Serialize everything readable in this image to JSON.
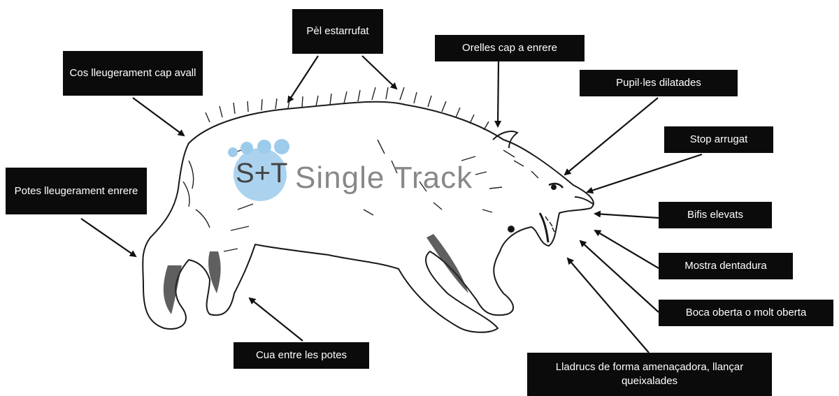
{
  "labels": {
    "pel": "Pèl estarrufat",
    "cos": "Cos lleugerament cap avall",
    "orelles": "Orelles cap a enrere",
    "pupiles": "Pupil·les dilatades",
    "stop": "Stop arrugat",
    "potes": "Potes lleugerament enrere",
    "bifis": "Bifis elevats",
    "mostra": "Mostra dentadura",
    "boca": "Boca oberta o molt oberta",
    "cua": "Cua entre les potes",
    "lladrucs": "Lladrucs de forma amenaçadora, llançar queixalades"
  },
  "watermark": {
    "logo_text": "S+T",
    "brand": "Single Track"
  },
  "colors": {
    "label_bg": "#0b0b0b",
    "label_text": "#ffffff",
    "logo_blue": "#9ccbec",
    "ink": "#1a1a1a"
  }
}
